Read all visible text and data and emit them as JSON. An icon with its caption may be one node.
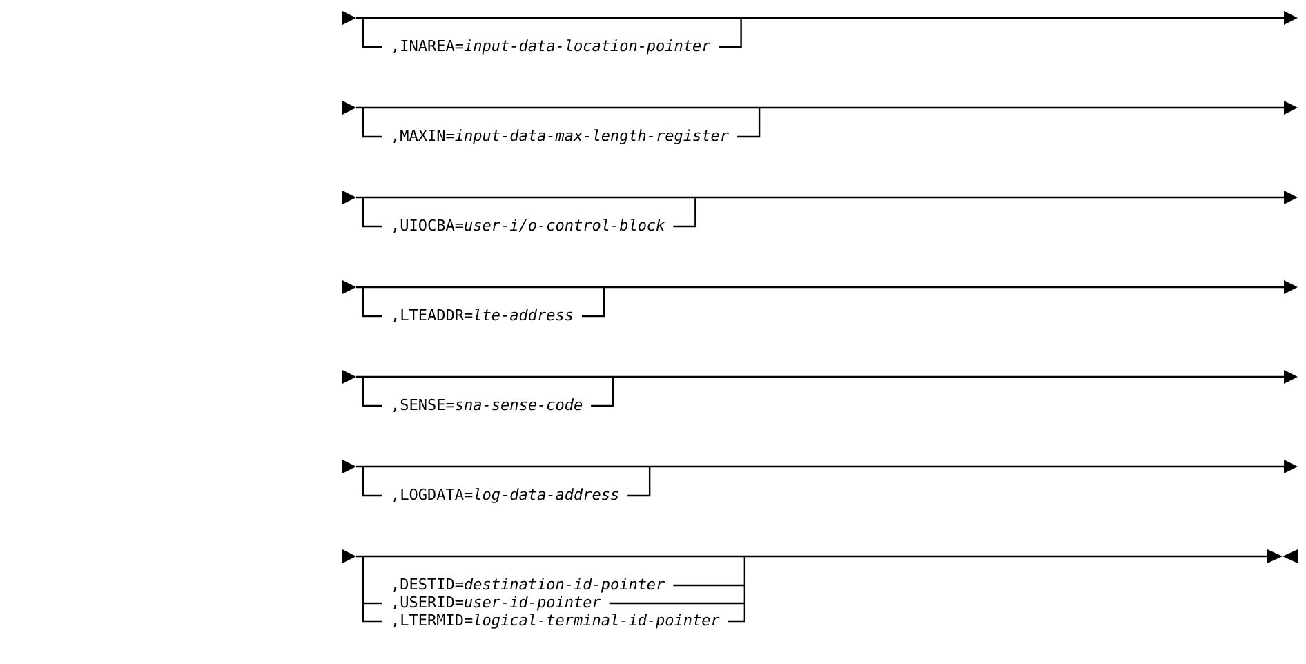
{
  "diagram": {
    "labels": [
      ",INAREA=*input-data-location-pointer*",
      ",MAXIN=*input-data-max-length-register*",
      ",UIOCBA=*user-i/o-control-block*",
      ",LTEADDR=*lte-address*",
      ",SENSE=*sna-sense-code*",
      ",LOGDATA=*log-data-address*",
      ",DESTID=*destination-id-pointer*",
      ",USERID=*user-id-pointer*",
      ",LTERMID=*logical-terminal-id-pointer*"
    ]
  }
}
